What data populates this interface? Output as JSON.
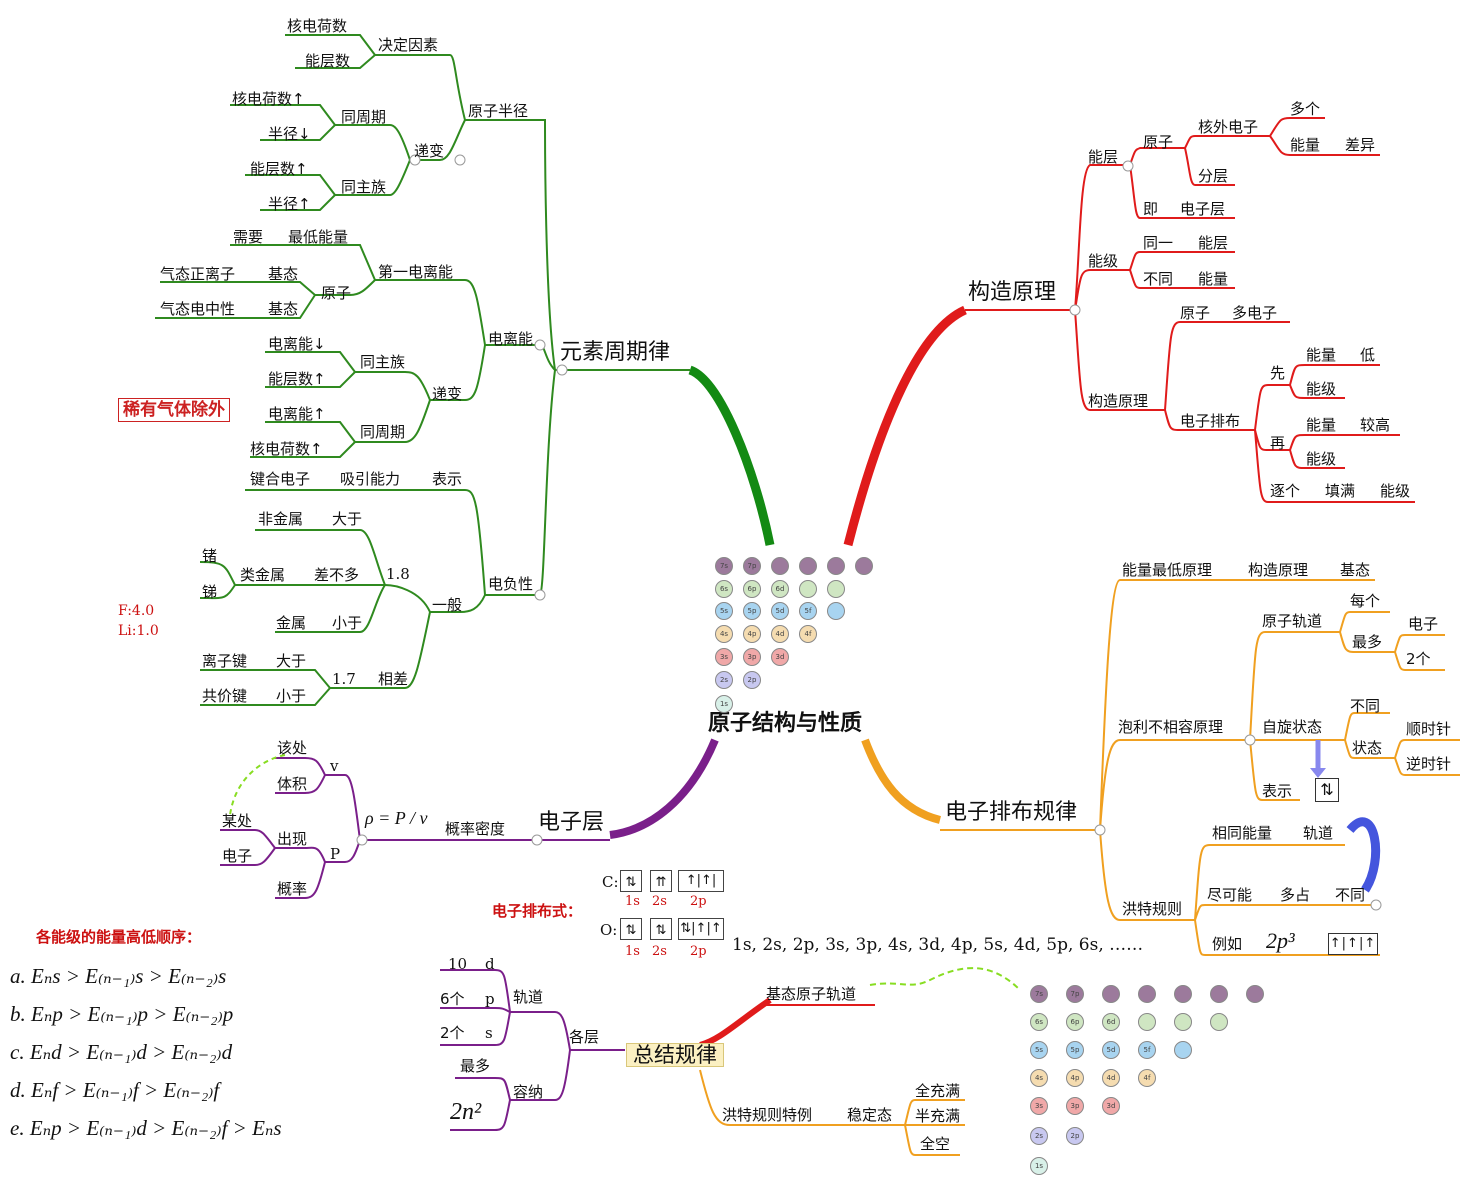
{
  "center": "原子结构与性质",
  "branches": {
    "periodic": {
      "title": "元素周期律",
      "radius": {
        "label": "原子半径",
        "factors": "决定因素",
        "f1": "核电荷数",
        "f2": "能层数",
        "trend": "递变",
        "same_period": "同周期",
        "sp_a": "核电荷数↑",
        "sp_b": "半径↓",
        "same_group": "同主族",
        "sg_a": "能层数↑",
        "sg_b": "半径↑"
      },
      "ionization": {
        "label": "电离能",
        "first": "第一电离能",
        "need": "需要",
        "lowest": "最低能量",
        "atom": "原子",
        "gas_ion": "气态正离子",
        "ground1": "基态",
        "gas_neutral": "气态电中性",
        "ground2": "基态",
        "trend": "递变",
        "same_group": "同主族",
        "sg_a": "电离能↓",
        "sg_b": "能层数↑",
        "same_period": "同周期",
        "sp_a": "电离能↑",
        "sp_b": "核电荷数↑",
        "exception": "稀有气体除外"
      },
      "electroneg": {
        "label": "电负性",
        "bond_e": "键合电子",
        "attract": "吸引能力",
        "express": "表示",
        "general": "一般",
        "v18": "1.8",
        "nonmetal": "非金属",
        "gt1": "大于",
        "metalloid": "类金属",
        "approx": "差不多",
        "ge": "锗",
        "sb": "锑",
        "metal": "金属",
        "lt1": "小于",
        "diff": "相差",
        "v17": "1.7",
        "ionic": "离子键",
        "gt2": "大于",
        "covalent": "共价键",
        "lt2": "小于",
        "f_val": "F:4.0",
        "li_val": "Li:1.0"
      }
    },
    "construction": {
      "title": "构造原理",
      "layer": "能层",
      "atom": "原子",
      "outer_e": "核外电子",
      "many": "多个",
      "energy": "能量",
      "diff": "差异",
      "sublayer": "分层",
      "ie": "即",
      "e_layer": "电子层",
      "level": "能级",
      "same": "同一",
      "n_layer": "能层",
      "not_same": "不同",
      "n_energy": "能量",
      "principle": "构造原理",
      "p_atom": "原子",
      "multi_e": "多电子",
      "arrange": "电子排布",
      "first": "先",
      "f_energy": "能量",
      "low": "低",
      "f_level": "能级",
      "then": "再",
      "t_energy": "能量",
      "higher": "较高",
      "t_level": "能级",
      "one_by_one": "逐个",
      "fill": "填满",
      "fill_level": "能级"
    },
    "rules": {
      "title": "电子排布规律",
      "lowest_energy": "能量最低原理",
      "le_cons": "构造原理",
      "le_ground": "基态",
      "pauli": "泡利不相容原理",
      "orbital": "原子轨道",
      "each": "每个",
      "most": "最多",
      "electron": "电子",
      "two": "2个",
      "spin": "自旋状态",
      "diff": "不同",
      "state": "状态",
      "clockwise": "顺时针",
      "counter": "逆时针",
      "express": "表示",
      "arrow_pair": "⇅",
      "hund": "洪特规则",
      "same_energy": "相同能量",
      "hund_orb": "轨道",
      "possible": "尽可能",
      "occupy": "多占",
      "h_diff": "不同",
      "example": "例如",
      "example_cfg": "2p³",
      "example_boxes": "↑|↑|↑"
    },
    "shell": {
      "title": "电子层",
      "density": "概率密度",
      "rho": "ρ = P / v",
      "v": "v",
      "here": "该处",
      "volume": "体积",
      "p": "P",
      "somewhere": "某处",
      "electron": "电子",
      "appear": "出现",
      "prob": "概率"
    },
    "summary": {
      "title": "总结规律",
      "ground_orb": "基态原子轨道",
      "each_layer": "各层",
      "orbital": "轨道",
      "d10": "10",
      "d": "d",
      "p6": "6个",
      "p": "p",
      "s2": "2个",
      "s": "s",
      "capacity": "容纳",
      "most": "最多",
      "two_n2": "2n²",
      "hund_special": "洪特规则特例",
      "stable": "稳定态",
      "full": "全充满",
      "half": "半充满",
      "empty": "全空"
    }
  },
  "config_examples": {
    "title": "电子排布式：",
    "c_label": "C:",
    "c_boxes": [
      "⇅",
      "⇈",
      "↑|↑| "
    ],
    "o_label": "O:",
    "o_boxes": [
      "⇅",
      "⇅",
      "⇅|↑|↑"
    ],
    "sub": [
      "1s",
      "2s",
      "2p"
    ],
    "sequence": "1s, 2s, 2p, 3s, 3p, 4s, 3d, 4p, 5s, 4d, 5p, 6s, ……"
  },
  "energy_order": {
    "title": "各能级的能量高低顺序：",
    "lines": [
      "a.  Eₙs > E₍ₙ₋₁₎s > E₍ₙ₋₂₎s",
      "b.  Eₙp > E₍ₙ₋₁₎p > E₍ₙ₋₂₎p",
      "c.  Eₙd > E₍ₙ₋₁₎d > E₍ₙ₋₂₎d",
      "d.  Eₙf > E₍ₙ₋₁₎f > E₍ₙ₋₂₎f",
      "e.  Eₙp > E₍ₙ₋₁₎d > E₍ₙ₋₂₎f > Eₙs"
    ]
  },
  "aufbau_rows": [
    [
      "7s",
      "7p",
      "",
      "",
      "",
      ""
    ],
    [
      "6s",
      "6p",
      "6d",
      "",
      "",
      ""
    ],
    [
      "5s",
      "5p",
      "5d",
      "5f",
      ""
    ],
    [
      "4s",
      "4p",
      "4d",
      "4f"
    ],
    [
      "3s",
      "3p",
      "3d"
    ],
    [
      "2s",
      "2p"
    ],
    [
      "1s"
    ]
  ],
  "colors": {
    "green": "#2f8a1f",
    "red": "#e01b1b",
    "orange": "#f0a020",
    "purple": "#7a1f8a",
    "darkred": "#8b1a1a"
  }
}
